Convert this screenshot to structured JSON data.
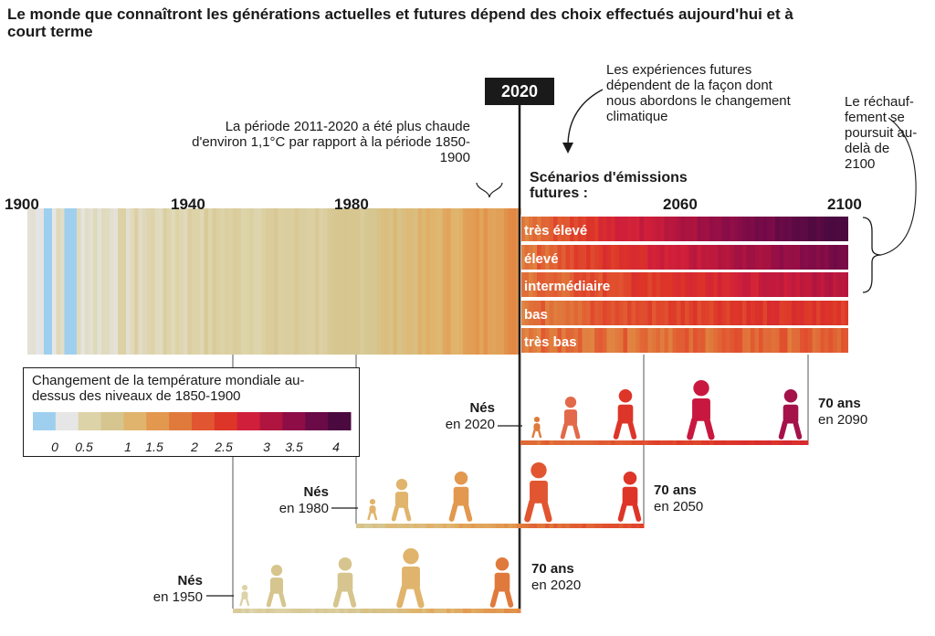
{
  "title": "Le monde que connaîtront les générations actuelles et futures dépend des choix effectués aujourd'hui et à court terme",
  "annotations": {
    "period": "La période 2011-2020 a été plus chaude d'environ 1,1°C par rapport à la période 1850-1900",
    "future": "Les expériences futures dépendent de la façon dont nous abordons le changement climatique",
    "warming": "Le réchauf-fement se poursuit au-delà de 2100"
  },
  "year_badge": "2020",
  "axis_years": [
    "1900",
    "1940",
    "1980",
    "2060",
    "2100"
  ],
  "scenarios_title": "Scénarios d'émissions futures :",
  "scenarios": [
    "très élevé",
    "élevé",
    "intermédiaire",
    "bas",
    "très bas"
  ],
  "legend": {
    "title": "Changement de la température mondiale au-dessus des niveaux de 1850-1900",
    "ticks": [
      "0",
      "0.5",
      "1",
      "1.5",
      "2",
      "2.5",
      "3",
      "3.5",
      "4"
    ],
    "colors": [
      "#9fcfee",
      "#e6e6e6",
      "#ddd3a8",
      "#d6c58e",
      "#e0b46c",
      "#e2984f",
      "#e07a3c",
      "#e15530",
      "#dd3528",
      "#d01f3a",
      "#b0153f",
      "#8e0d47",
      "#6a0a47",
      "#4a0a3f"
    ]
  },
  "generations": [
    {
      "born_label": "Nés",
      "born_year": "en 2020",
      "age_label": "70 ans",
      "age_year": "en 2090"
    },
    {
      "born_label": "Nés",
      "born_year": "en 1980",
      "age_label": "70 ans",
      "age_year": "en 2050"
    },
    {
      "born_label": "Nés",
      "born_year": "en 1950",
      "age_label": "70 ans",
      "age_year": "en 2020"
    }
  ],
  "chart_data": {
    "type": "heatmap",
    "title": "Le monde que connaîtront les générations actuelles et futures dépend des choix effectués aujourd'hui et à court terme",
    "x_range": [
      1900,
      2100
    ],
    "x_ticks": [
      1900,
      1940,
      1980,
      2060,
      2100
    ],
    "unit": "°C au-dessus des niveaux de 1850-1900",
    "observed": {
      "years": [
        1900,
        2020
      ],
      "approx_change_2011_2020": 1.1
    },
    "scenarios": [
      {
        "name": "très élevé",
        "years": [
          2020,
          2100
        ],
        "warming_end_approx": 4.4
      },
      {
        "name": "élevé",
        "years": [
          2020,
          2100
        ],
        "warming_end_approx": 3.6
      },
      {
        "name": "intermédiaire",
        "years": [
          2020,
          2100
        ],
        "warming_end_approx": 2.7
      },
      {
        "name": "bas",
        "years": [
          2020,
          2100
        ],
        "warming_end_approx": 1.8
      },
      {
        "name": "très bas",
        "years": [
          2020,
          2100
        ],
        "warming_end_approx": 1.4
      }
    ],
    "color_scale_ticks": [
      0,
      0.5,
      1,
      1.5,
      2,
      2.5,
      3,
      3.5,
      4
    ],
    "generations": [
      {
        "born": 1950,
        "age70": 2020
      },
      {
        "born": 1980,
        "age70": 2050
      },
      {
        "born": 2020,
        "age70": 2090
      }
    ]
  }
}
